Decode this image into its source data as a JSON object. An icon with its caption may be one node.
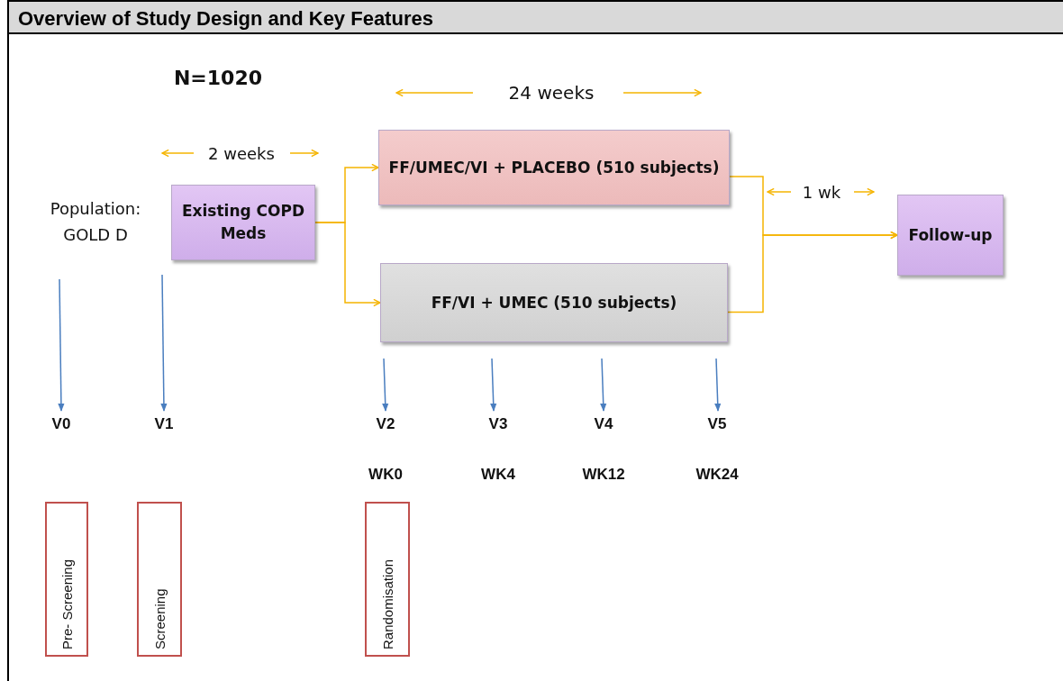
{
  "diagram": {
    "title": "Overview of Study Design and Key Features",
    "nodes": [
      {
        "text": [
          "Existing COPD Meds"
        ]
      },
      {
        "text": [
          "FF/UMEC/VI + PLACEBO (510 subjects)"
        ]
      },
      {
        "text": [
          "FF/VI + UMEC (510 subjects)"
        ]
      },
      {
        "text": [
          "Follow-up"
        ]
      },
      {
        "text": [
          "V0"
        ]
      },
      {
        "text": [
          "V1"
        ]
      },
      {
        "text": [
          "V2"
        ]
      },
      {
        "text": [
          "V3"
        ]
      },
      {
        "text": [
          "V4"
        ]
      },
      {
        "text": [
          "V5"
        ]
      },
      {
        "text": [
          "Pre- Screening"
        ]
      },
      {
        "text": [
          "Screening"
        ]
      },
      {
        "text": [
          "Randomisation"
        ]
      }
    ],
    "edges": [
      {
        "from": 0,
        "to": 1,
        "arrow": "to",
        "color": "#f5b400"
      },
      {
        "from": 0,
        "to": 2,
        "arrow": "to",
        "color": "#f5b400"
      },
      {
        "from": 1,
        "to": 3,
        "arrow": "to",
        "color": "#f5b400"
      },
      {
        "from": 2,
        "to": 3,
        "arrow": "to",
        "color": "#f5b400"
      },
      {
        "from": null,
        "to": 4,
        "arrow": "to"
      },
      {
        "from": null,
        "to": 5,
        "arrow": "to"
      },
      {
        "from": null,
        "to": 6,
        "arrow": "to"
      },
      {
        "from": null,
        "to": 7,
        "arrow": "to"
      },
      {
        "from": null,
        "to": 8,
        "arrow": "to"
      },
      {
        "from": null,
        "to": 9,
        "arrow": "to"
      }
    ],
    "labels": [
      "N=1020",
      "24 weeks",
      "2 weeks",
      "1 wk",
      "Population: GOLD D",
      "WK0",
      "WK4",
      "WK12",
      "WK24"
    ]
  }
}
